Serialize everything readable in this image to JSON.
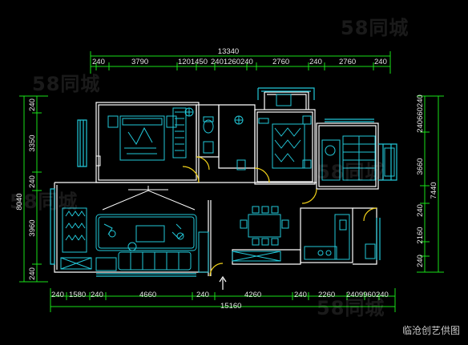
{
  "dimensions": {
    "top_total": "13340",
    "top_segments": [
      "240",
      "3790",
      "1201450",
      "2401260240",
      "2760",
      "240",
      "2760",
      "240"
    ],
    "bottom_total": "15160",
    "bottom_segments": [
      "240",
      "1580",
      "240",
      "4660",
      "240",
      "4260",
      "240",
      "2260",
      "2409960240"
    ],
    "left_total": "8040",
    "left_segments": [
      "240",
      "3350",
      "240",
      "3960",
      "240"
    ],
    "right_total": "7440",
    "right_segments": [
      "240660240",
      "3660",
      "240",
      "2160",
      "240"
    ]
  },
  "watermark": {
    "logo": "58同城"
  },
  "credit": "临沧创艺供图",
  "colors": {
    "wall": "#ffffff",
    "furniture": "#22c7d8",
    "fixture": "#22c7d8",
    "dimension_line": "#18e018",
    "dimension_text": "#e6e6e6",
    "door": "#f2d21a",
    "background": "#000000"
  }
}
